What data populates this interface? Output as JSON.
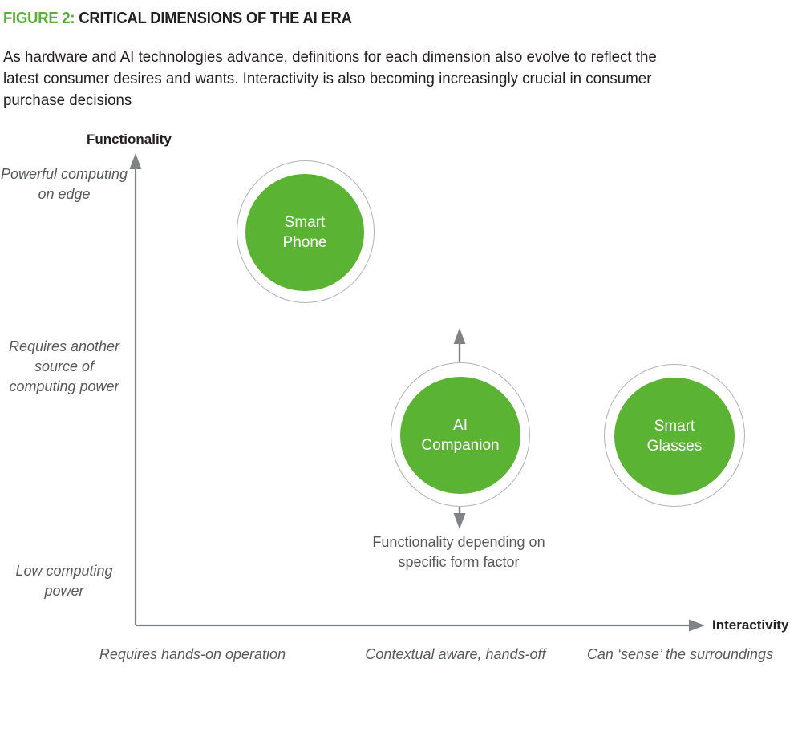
{
  "header": {
    "figure_label": "FIGURE 2:",
    "title": "CRITICAL DIMENSIONS OF THE AI ERA",
    "label_color": "#55b033",
    "title_color": "#231f20",
    "subtitle": "As hardware and AI technologies advance, definitions for each dimension also evolve to reflect the latest consumer desires and wants. Interactivity is also becoming increasingly crucial in consumer purchase decisions"
  },
  "chart_data": {
    "type": "scatter",
    "title": "CRITICAL DIMENSIONS OF THE AI ERA",
    "xlabel": "Interactivity",
    "ylabel": "Functionality",
    "grid": false,
    "legend": "none",
    "axis_style": "qualitative-arrow-axes",
    "y_ticks": [
      "Powerful computing on edge",
      "Requires another source of computing power",
      "Low computing power"
    ],
    "x_ticks": [
      "Requires hands-on operation",
      "Contextual aware, hands-off",
      "Can ‘sense’ the surroundings"
    ],
    "bubble_color": "#5bb334",
    "ring_color": "#b3b3b3",
    "points": [
      {
        "label": "Smart Phone",
        "label_lines": [
          "Smart",
          "Phone"
        ],
        "x_category": "Requires hands-on operation",
        "y_category": "Powerful computing on edge",
        "x": 0.18,
        "y": 0.88
      },
      {
        "label": "AI Companion",
        "label_lines": [
          "AI",
          "Companion"
        ],
        "x_category": "Contextual aware, hands-off",
        "y_category": "Requires another source of computing power",
        "x": 0.55,
        "y": 0.43,
        "annotation": "Functionality depending on specific form factor",
        "range_arrow": "double-vertical"
      },
      {
        "label": "Smart Glasses",
        "label_lines": [
          "Smart",
          "Glasses"
        ],
        "x_category": "Can ‘sense’ the surroundings",
        "y_category": "Requires another source of computing power",
        "x": 0.9,
        "y": 0.43
      }
    ]
  },
  "axes": {
    "y_title": "Functionality",
    "x_title": "Interactivity",
    "y_tick_high": "Powerful computing on edge",
    "y_tick_mid": "Requires another source of computing power",
    "y_tick_low": "Low computing power",
    "x_tick_left": "Requires hands-on operation",
    "x_tick_center": "Contextual aware, hands-off",
    "x_tick_right": "Can ‘sense’ the surroundings"
  },
  "bubbles": {
    "smart_phone_line1": "Smart",
    "smart_phone_line2": "Phone",
    "ai_companion_line1": "AI",
    "ai_companion_line2": "Companion",
    "smart_glasses_line1": "Smart",
    "smart_glasses_line2": "Glasses"
  },
  "annotations": {
    "ai_companion_note_line1": "Functionality depending on",
    "ai_companion_note_line2": "specific form factor"
  }
}
